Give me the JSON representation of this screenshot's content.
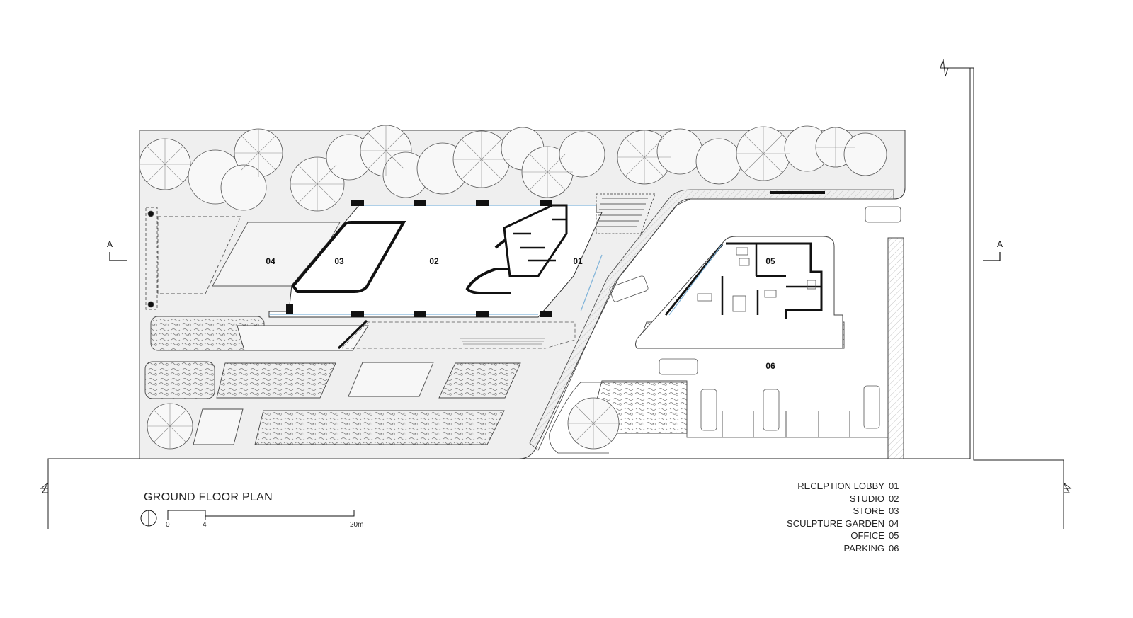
{
  "drawing": {
    "title": "GROUND FLOOR PLAN",
    "section_marker": "A",
    "scale_bar": {
      "ticks": [
        "0",
        "4",
        "20m"
      ]
    }
  },
  "rooms": [
    {
      "code": "01",
      "name": "RECEPTION LOBBY"
    },
    {
      "code": "02",
      "name": "STUDIO"
    },
    {
      "code": "03",
      "name": "STORE"
    },
    {
      "code": "04",
      "name": "SCULPTURE GARDEN"
    },
    {
      "code": "05",
      "name": "OFFICE"
    },
    {
      "code": "06",
      "name": "PARKING"
    }
  ],
  "colors": {
    "line": "#111111",
    "hatch": "#9a9a9a",
    "glazing": "#7fb3d9"
  }
}
